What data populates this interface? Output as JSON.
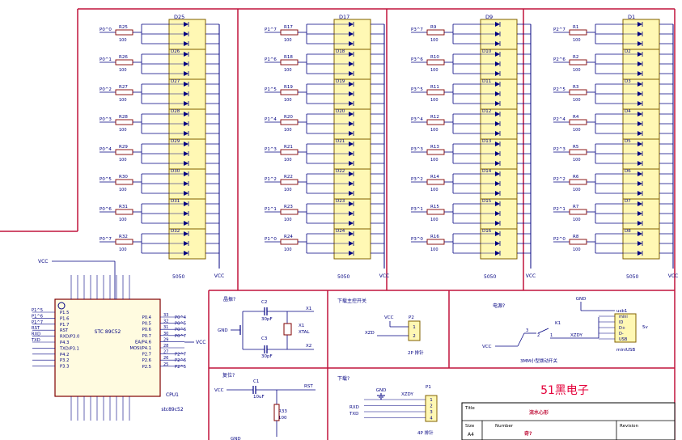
{
  "colors": {
    "background": "#ffffff",
    "wire": "#000080",
    "frame": "#c0143c",
    "component_outline": "#800000",
    "led_body": "#fff8b4",
    "text": "#000080",
    "brand": "#e4003a"
  },
  "panels": [
    {
      "block_label": "D25",
      "package": "5050",
      "nets": [
        "P0^0",
        "P0^1",
        "P0^2",
        "P0^3",
        "P0^4",
        "P0^5",
        "P0^6",
        "P0^7"
      ],
      "resistors": [
        "R25",
        "R26",
        "R27",
        "R28",
        "R29",
        "R30",
        "R31",
        "R32"
      ],
      "leds": [
        "D26",
        "D27",
        "D28",
        "D29",
        "D30",
        "D31",
        "D32"
      ],
      "values": [
        "100",
        "100",
        "100",
        "100",
        "100",
        "100",
        "100",
        "100"
      ],
      "power": "VCC"
    },
    {
      "block_label": "D17",
      "package": "5050",
      "nets": [
        "P1^7",
        "P1^6",
        "P1^5",
        "P1^4",
        "P1^3",
        "P1^2",
        "P1^1",
        "P1^0"
      ],
      "resistors": [
        "R17",
        "R18",
        "R19",
        "R20",
        "R21",
        "R22",
        "R23",
        "R24"
      ],
      "leds": [
        "D18",
        "D19",
        "D20",
        "D21",
        "D22",
        "D23",
        "D24"
      ],
      "values": [
        "100",
        "100",
        "100",
        "100",
        "100",
        "100",
        "100",
        "100"
      ],
      "power": "VCC"
    },
    {
      "block_label": "D9",
      "package": "5050",
      "nets": [
        "P3^7",
        "P3^6",
        "P3^5",
        "P3^4",
        "P3^3",
        "P3^2",
        "P3^1",
        "P3^0"
      ],
      "resistors": [
        "R9",
        "R10",
        "R11",
        "R12",
        "R13",
        "R14",
        "R15",
        "R16"
      ],
      "leds": [
        "D10",
        "D11",
        "D12",
        "D13",
        "D14",
        "D15",
        "D16"
      ],
      "values": [
        "100",
        "100",
        "100",
        "100",
        "100",
        "100",
        "100",
        "100"
      ],
      "power": "VCC"
    },
    {
      "block_label": "D1",
      "package": "5050",
      "nets": [
        "P2^7",
        "P2^6",
        "P2^5",
        "P2^4",
        "P2^3",
        "P2^2",
        "P2^1",
        "P2^0"
      ],
      "resistors": [
        "R1",
        "R2",
        "R3",
        "R4",
        "R5",
        "R6",
        "R7",
        "R8"
      ],
      "leds": [
        "D2",
        "D3",
        "D4",
        "D5",
        "D6",
        "D7",
        "D8"
      ],
      "values": [
        "100",
        "100",
        "100",
        "100",
        "100",
        "100",
        "100",
        "100"
      ],
      "power": "VCC"
    }
  ],
  "mcu": {
    "part": "STC 89C52",
    "designator": "CPU1",
    "comment": "stc89c52",
    "vcc_label": "VCC",
    "right_vcc": "VCC",
    "left_pins": [
      "P1.5",
      "P1.6",
      "P1.7",
      "RST",
      "RXD/P3.0",
      "P4.3",
      "TXD/P3.1",
      "P4.2",
      "P3.2",
      "P3.3"
    ],
    "right_pins": [
      "P0.4",
      "P0.5",
      "P0.6",
      "P0.7",
      "EA/P4.6",
      "MOSI/P4.1",
      "P2.7",
      "P2.6",
      "P2.5"
    ],
    "right_numbers": [
      "33",
      "32",
      "31",
      "30",
      "29",
      "28",
      "27",
      "26",
      "25"
    ],
    "left_nets": [
      "P1^5",
      "P1^6",
      "P1^7",
      "RST",
      "RXD",
      "TXD"
    ],
    "right_nets": [
      "P0^4",
      "P0^5",
      "P0^6",
      "P0^7",
      "P2^7",
      "P2^6",
      "P2^5"
    ]
  },
  "crystal": {
    "title": "晶振?",
    "c2": "C2",
    "c3": "C3",
    "cap_value": "30pF",
    "x1": "X1",
    "x2": "X2",
    "xtal": "XTAL",
    "gnd": "GND"
  },
  "download_switch": {
    "title": "下载主控开关",
    "vcc": "VCC",
    "p2": "P2",
    "xzd": "XZD",
    "caption": "2P 排针",
    "pins": [
      "1",
      "2"
    ]
  },
  "power_switch": {
    "title": "电源?",
    "gnd": "GND",
    "usb": "usb1",
    "k1": "K1",
    "vcc": "VCC",
    "xzdy": "XZDY",
    "pins": [
      "mini",
      "ID",
      "D+",
      "D-",
      "USB"
    ],
    "volt": "5v",
    "switch_caption": "3MM小型拨动开关",
    "usb_caption": "miniUSB",
    "pin_numbers": [
      "3",
      "2",
      "1"
    ]
  },
  "reset": {
    "title": "复位?",
    "vcc": "VCC",
    "c1": "C1",
    "c1_value": "10uF",
    "rst": "RST",
    "r33": "R33",
    "r33_value": "100",
    "gnd": "GND"
  },
  "download": {
    "title": "下载?",
    "gnd": "GND",
    "xzdy": "XZDY",
    "p1": "P1",
    "rxd": "RXD",
    "txd": "TXD",
    "caption": "4P 排针",
    "pins": [
      "1",
      "2",
      "3",
      "4"
    ]
  },
  "brand": "51黑电子",
  "title_block": {
    "title_label": "Title",
    "title_value": "流水心形",
    "size_label": "Size",
    "size_value": "A4",
    "number_label": "Number",
    "number_value": "奇?",
    "revision_label": "Revision"
  }
}
